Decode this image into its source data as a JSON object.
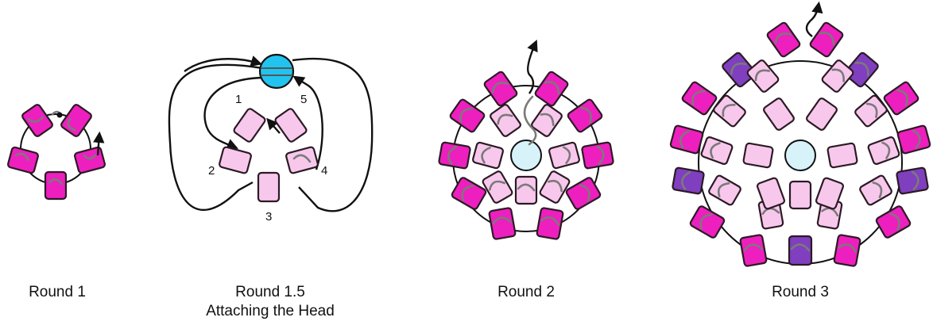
{
  "colors": {
    "magenta": "#ee1fbf",
    "light_pink": "#f8c8ec",
    "purple": "#7f3fbf",
    "light_blue": "#d8f2fa",
    "cyan": "#22c4ef",
    "outline": "#2b1a24",
    "thread": "#7a7a7a"
  },
  "panels": [
    {
      "caption": "Round 1",
      "subcaption": ""
    },
    {
      "caption": "Round 1.5",
      "subcaption": "Attaching the Head"
    },
    {
      "caption": "Round 2",
      "subcaption": ""
    },
    {
      "caption": "Round 3",
      "subcaption": ""
    }
  ],
  "bead_numbers": [
    "1",
    "2",
    "3",
    "4",
    "5"
  ]
}
